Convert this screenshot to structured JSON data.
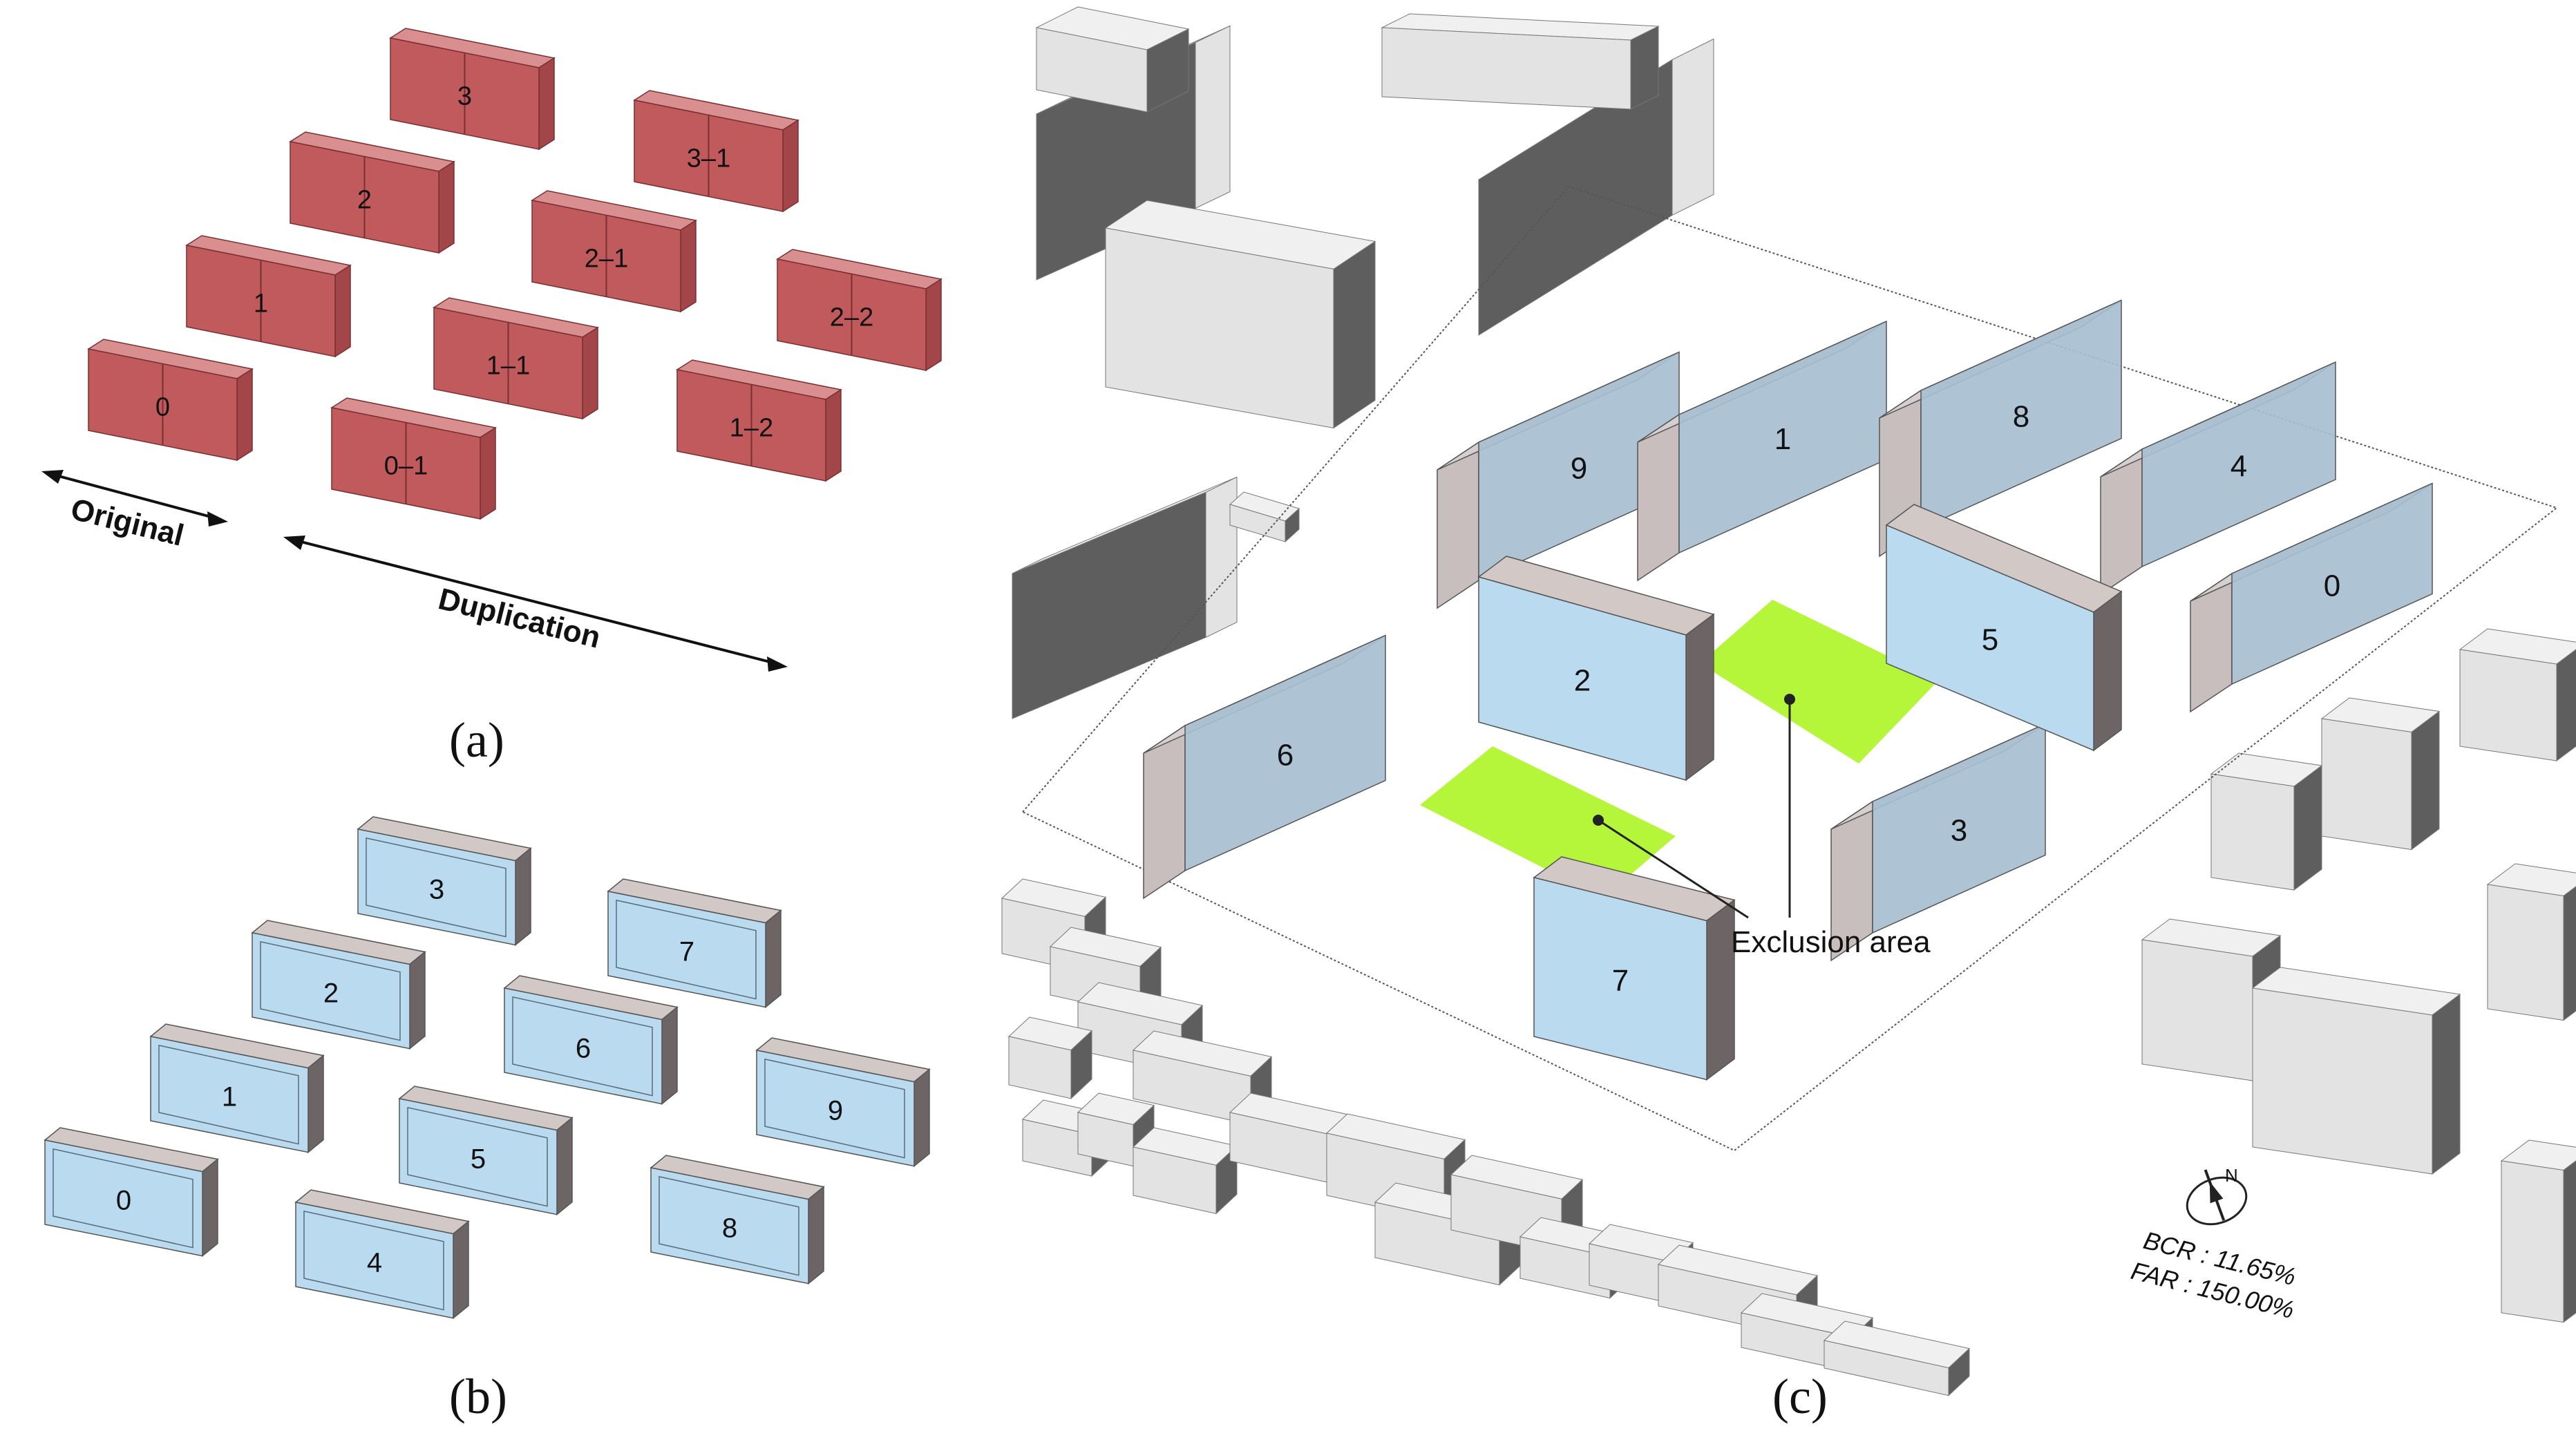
{
  "colors": {
    "red_front": "#c05a5c",
    "red_side": "#a34649",
    "red_top": "#d98f90",
    "blue_front": "#b9daef",
    "blue_side": "#6d6565",
    "blue_top": "#d2c8c6",
    "blue_glass": "#a7bfd1",
    "green": "#b5f53a",
    "gray_front": "#e3e3e3",
    "gray_side": "#5e5e5e",
    "gray_top": "#f0f0f0"
  },
  "panel_a": {
    "caption": "(a)",
    "buildings": [
      "0",
      "1",
      "2",
      "3",
      "0–1",
      "1–1",
      "2–1",
      "3–1",
      "1–2",
      "2–2"
    ],
    "label_original": "Original",
    "label_duplication": "Duplication"
  },
  "panel_b": {
    "caption": "(b)",
    "buildings": [
      "0",
      "1",
      "2",
      "3",
      "4",
      "5",
      "6",
      "7",
      "8",
      "9"
    ]
  },
  "panel_c": {
    "caption": "(c)",
    "buildings": [
      "9",
      "1",
      "8",
      "4",
      "5",
      "0",
      "2",
      "6",
      "3",
      "7"
    ],
    "exclusion_label": "Exclusion area",
    "north_label": "N",
    "bcr": "BCR : 11.65%",
    "far": "FAR : 150.00%"
  }
}
